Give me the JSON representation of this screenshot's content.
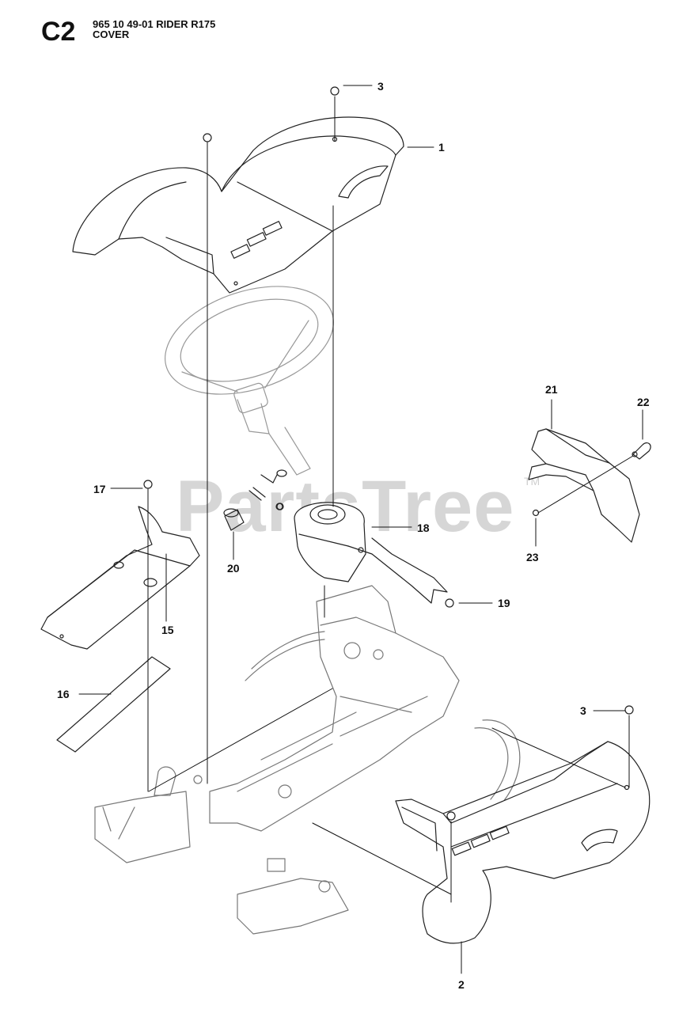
{
  "header": {
    "section_code": "C2",
    "model_line": "965 10 49-01 RIDER R175",
    "subtitle": "COVER"
  },
  "watermark": {
    "text": "PartsTree",
    "mark": "TM"
  },
  "callouts": [
    {
      "id": "c1",
      "label": "1"
    },
    {
      "id": "c2",
      "label": "2"
    },
    {
      "id": "c3a",
      "label": "3"
    },
    {
      "id": "c3b",
      "label": "3"
    },
    {
      "id": "c15",
      "label": "15"
    },
    {
      "id": "c16",
      "label": "16"
    },
    {
      "id": "c17",
      "label": "17"
    },
    {
      "id": "c18",
      "label": "18"
    },
    {
      "id": "c19",
      "label": "19"
    },
    {
      "id": "c20",
      "label": "20"
    },
    {
      "id": "c21",
      "label": "21"
    },
    {
      "id": "c22",
      "label": "22"
    },
    {
      "id": "c23",
      "label": "23"
    }
  ]
}
